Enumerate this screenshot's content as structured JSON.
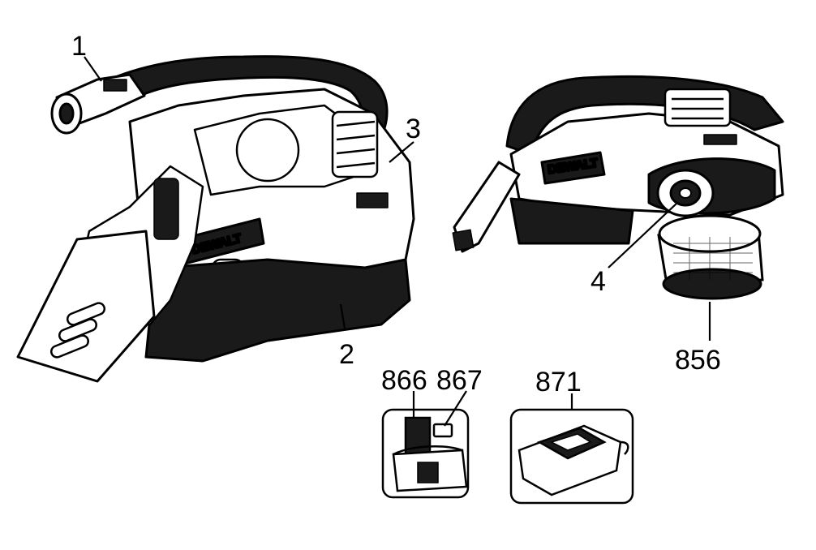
{
  "diagram": {
    "callouts": {
      "part_1": "1",
      "part_2": "2",
      "part_3": "3",
      "part_4": "4",
      "part_856": "856",
      "part_866": "866",
      "part_867": "867",
      "part_871": "871"
    },
    "brand_left": "DEWALT",
    "brand_right": "DEWALT"
  },
  "colors": {
    "ink": "#000000",
    "paper": "#ffffff",
    "shade": "#1a1a1a"
  }
}
